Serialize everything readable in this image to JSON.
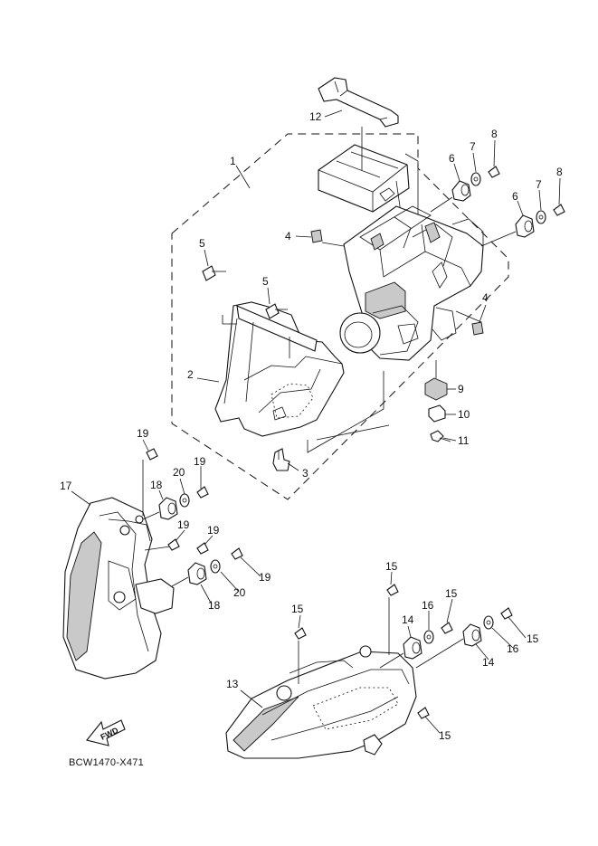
{
  "diagram": {
    "drawing_code": "BCW1470-X471",
    "fwd_label": "FWD",
    "callouts": [
      "1",
      "2",
      "3",
      "4",
      "4",
      "5",
      "5",
      "6",
      "6",
      "7",
      "7",
      "8",
      "8",
      "9",
      "10",
      "11",
      "12",
      "13",
      "14",
      "14",
      "15",
      "15",
      "15",
      "15",
      "15",
      "16",
      "16",
      "17",
      "18",
      "18",
      "19",
      "19",
      "19",
      "19",
      "19",
      "20",
      "20"
    ]
  }
}
